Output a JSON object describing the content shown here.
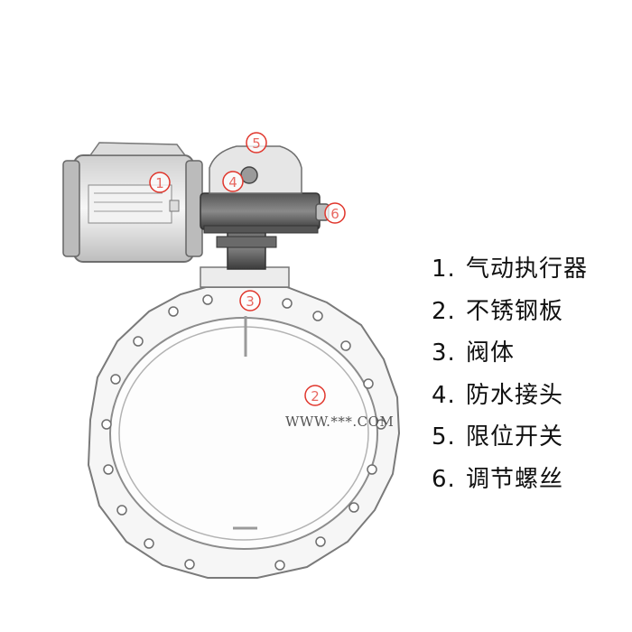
{
  "legend": [
    {
      "num": "1.",
      "label": "气动执行器"
    },
    {
      "num": "2.",
      "label": "不锈钢板"
    },
    {
      "num": "3.",
      "label": "阀体"
    },
    {
      "num": "4.",
      "label": "防水接头"
    },
    {
      "num": "5.",
      "label": "限位开关"
    },
    {
      "num": "6.",
      "label": "调节螺丝"
    }
  ],
  "callouts": [
    "1",
    "2",
    "3",
    "4",
    "5",
    "6"
  ],
  "watermark": "WWW.***.COM",
  "colors": {
    "callout": "#e0362c",
    "line": "#6a6a6a",
    "body": "#f3f3f3"
  }
}
